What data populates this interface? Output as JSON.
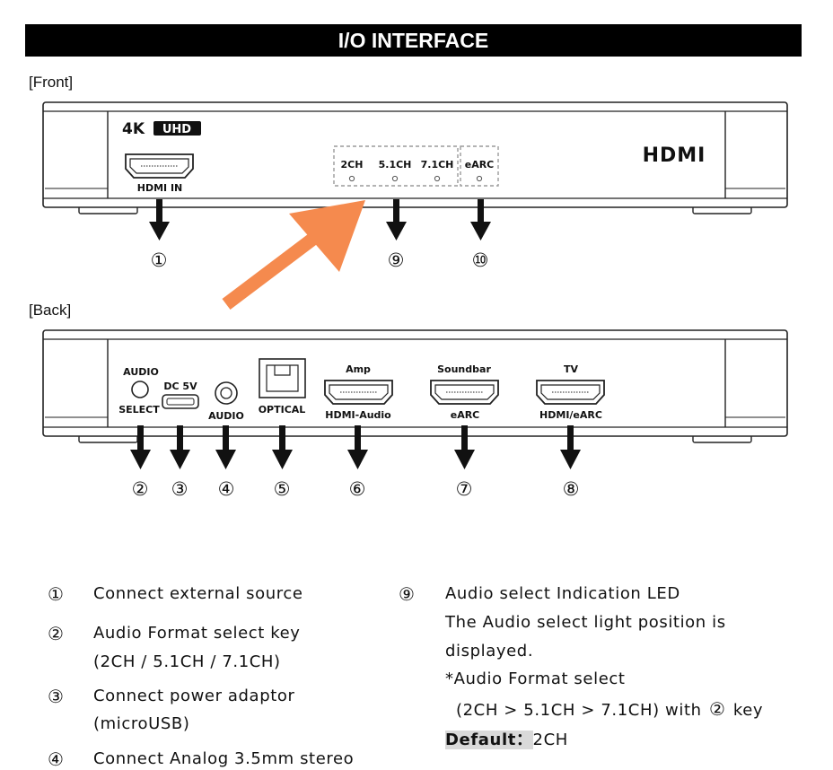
{
  "header": {
    "title": "I/O INTERFACE"
  },
  "front": {
    "section_label": "[Front]",
    "logo_4k": "4K",
    "logo_uhd": "UHD",
    "logo_hdmi": "HDMI",
    "port_hdmi_in": "HDMI IN",
    "led_2ch": "2CH",
    "led_51ch": "5.1CH",
    "led_71ch": "7.1CH",
    "led_earc": "eARC",
    "callout_1": "①",
    "callout_9": "⑨",
    "callout_10": "⑩"
  },
  "back": {
    "section_label": "[Back]",
    "audio_select_top": "AUDIO",
    "audio_select_bottom": "SELECT",
    "dc5v": "DC 5V",
    "audio": "AUDIO",
    "optical": "OPTICAL",
    "amp_top": "Amp",
    "amp_bottom": "HDMI-Audio",
    "soundbar_top": "Soundbar",
    "soundbar_bottom": "eARC",
    "tv_top": "TV",
    "tv_bottom": "HDMI/eARC",
    "callout_2": "②",
    "callout_3": "③",
    "callout_4": "④",
    "callout_5": "⑤",
    "callout_6": "⑥",
    "callout_7": "⑦",
    "callout_8": "⑧"
  },
  "legend": {
    "n1": "①",
    "t1": "Connect external source",
    "n2": "②",
    "t2a": "Audio Format select key",
    "t2b": "(2CH / 5.1CH / 7.1CH)",
    "n3": "③",
    "t3a": "Connect power adaptor",
    "t3b": "(microUSB)",
    "n4": "④",
    "t4a": "Connect Analog 3.5mm stereo",
    "n9": "⑨",
    "t9a": "Audio select Indication LED",
    "t9b": "The Audio select light position is",
    "t9c": "displayed.",
    "t9d": "*Audio Format select",
    "t9e_pre": "(2CH > 5.1CH > 7.1CH) with",
    "t9e_key": "②",
    "t9e_post": "key",
    "default_label": "Default：",
    "default_value": "2CH"
  },
  "colors": {
    "accent_arrow": "#f58a4e",
    "line": "#222222",
    "led_box": "#9a9a9a"
  }
}
